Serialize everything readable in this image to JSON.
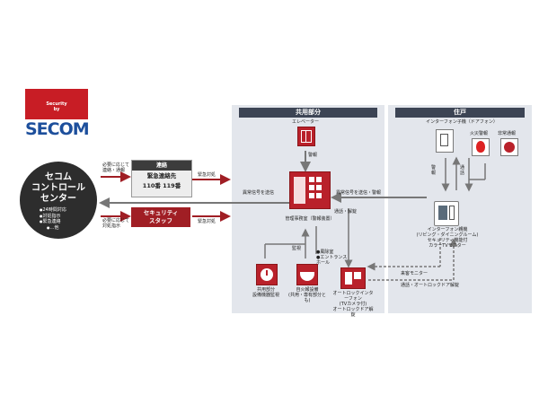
{
  "logo": {
    "tagline_1": "Security",
    "tagline_2": "by",
    "wordmark": "SECOM"
  },
  "center": {
    "title": "セコム\nコントロール\nセンター",
    "items": [
      "24時間対応",
      "対処指示",
      "緊急連絡",
      "…他"
    ]
  },
  "notes": {
    "top_left": "必要に応じて\n連絡・通報",
    "bottom_left": "必要に応じて\n対処指示",
    "emergency_top": "緊急対処",
    "emergency_bottom": "緊急対処"
  },
  "contact_box": {
    "header": "連絡",
    "line1": "緊急連絡先",
    "line2": "110番  119番"
  },
  "staff_box": {
    "line1": "セキュリティ",
    "line2": "スタッフ"
  },
  "common_area": {
    "header": "共用部分",
    "elevator": "エレベーター",
    "alarm": "警報",
    "control_room": "管理事務室（警報装置）",
    "monitor": "監視",
    "left_signal": "異常信号を送信",
    "equip": "共用部分\n設備機器監視",
    "fire_detector": "自火報設備\n(共用・専有部分とも)",
    "lock_intercom": "オートロックインターフォン\n(TVカメラ付)\nオートロックドア解錠",
    "entrance_notes": "●風除室\n●エントランス\nホール"
  },
  "residence": {
    "header": "住戸",
    "door_intercom": "インターフォン子機（ドアフォン）",
    "fire_sensor": "火災警報",
    "emergency_call": "非常通報",
    "signal_alarm": "異常信号を送信・警報",
    "notify_unlock": "通話・解錠",
    "alarm_v": "警報",
    "call_v": "通話",
    "master_station": "インターフォン親機\n(リビング・ダイニングルーム)\nセキュリティ機能付\nカラーTVモニター",
    "visitor_monitor": "来客モニター",
    "call_unlock": "通話・オートロックドア解錠"
  },
  "colors": {
    "accent": "#a01e24",
    "panel": "#e3e6ec",
    "panel_header": "#3c4454",
    "logo_blue": "#1d4f9c"
  }
}
